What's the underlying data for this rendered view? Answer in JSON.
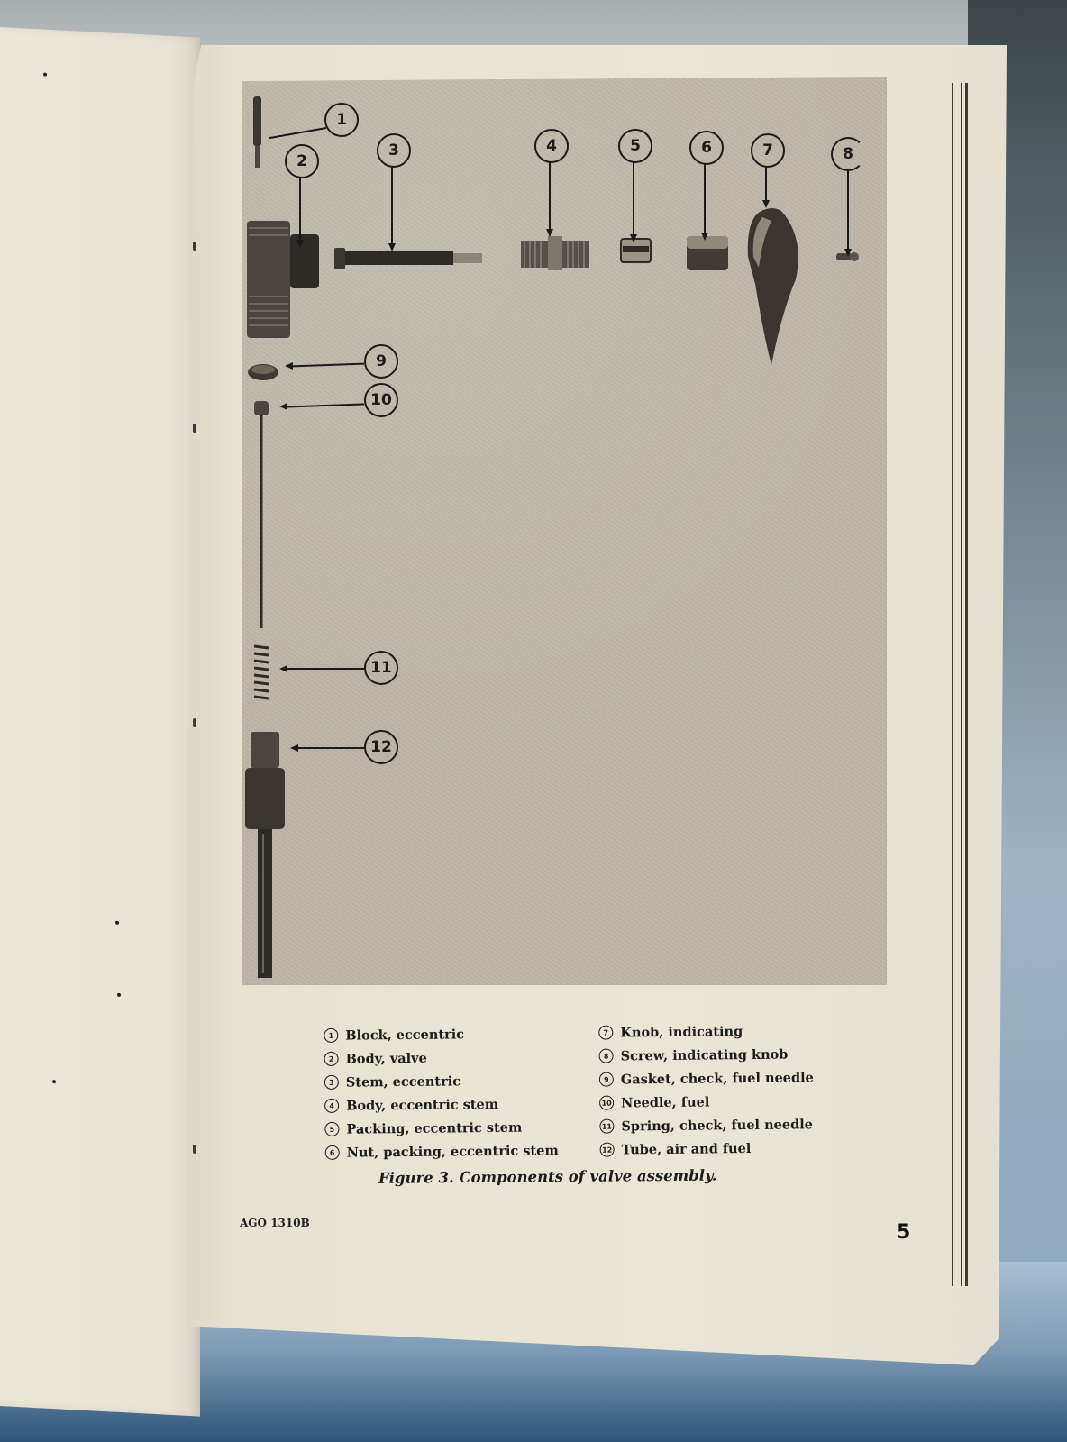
{
  "document": {
    "figure": {
      "number": "3",
      "caption": "Figure 3. Components of valve assembly.",
      "callouts": [
        "1",
        "2",
        "3",
        "4",
        "5",
        "6",
        "7",
        "8",
        "9",
        "10",
        "11",
        "12"
      ]
    },
    "legend": {
      "left_column": [
        {
          "num": "1",
          "label": "Block, eccentric"
        },
        {
          "num": "2",
          "label": "Body, valve"
        },
        {
          "num": "3",
          "label": "Stem, eccentric"
        },
        {
          "num": "4",
          "label": "Body, eccentric stem"
        },
        {
          "num": "5",
          "label": "Packing, eccentric stem"
        },
        {
          "num": "6",
          "label": "Nut, packing, eccentric stem"
        }
      ],
      "right_column": [
        {
          "num": "7",
          "label": "Knob, indicating"
        },
        {
          "num": "8",
          "label": "Screw, indicating knob"
        },
        {
          "num": "9",
          "label": "Gasket, check, fuel needle"
        },
        {
          "num": "10",
          "label": "Needle, fuel"
        },
        {
          "num": "11",
          "label": "Spring, check, fuel needle"
        },
        {
          "num": "12",
          "label": "Tube, air and fuel"
        }
      ]
    },
    "footer": {
      "form_code": "AGO 1310B",
      "page_number": "5"
    }
  },
  "colors": {
    "paper": "#ebe5d7",
    "figure_bg": "#bdb5a8",
    "ink": "#1c1c1c",
    "surface": "#9fb3c4"
  }
}
